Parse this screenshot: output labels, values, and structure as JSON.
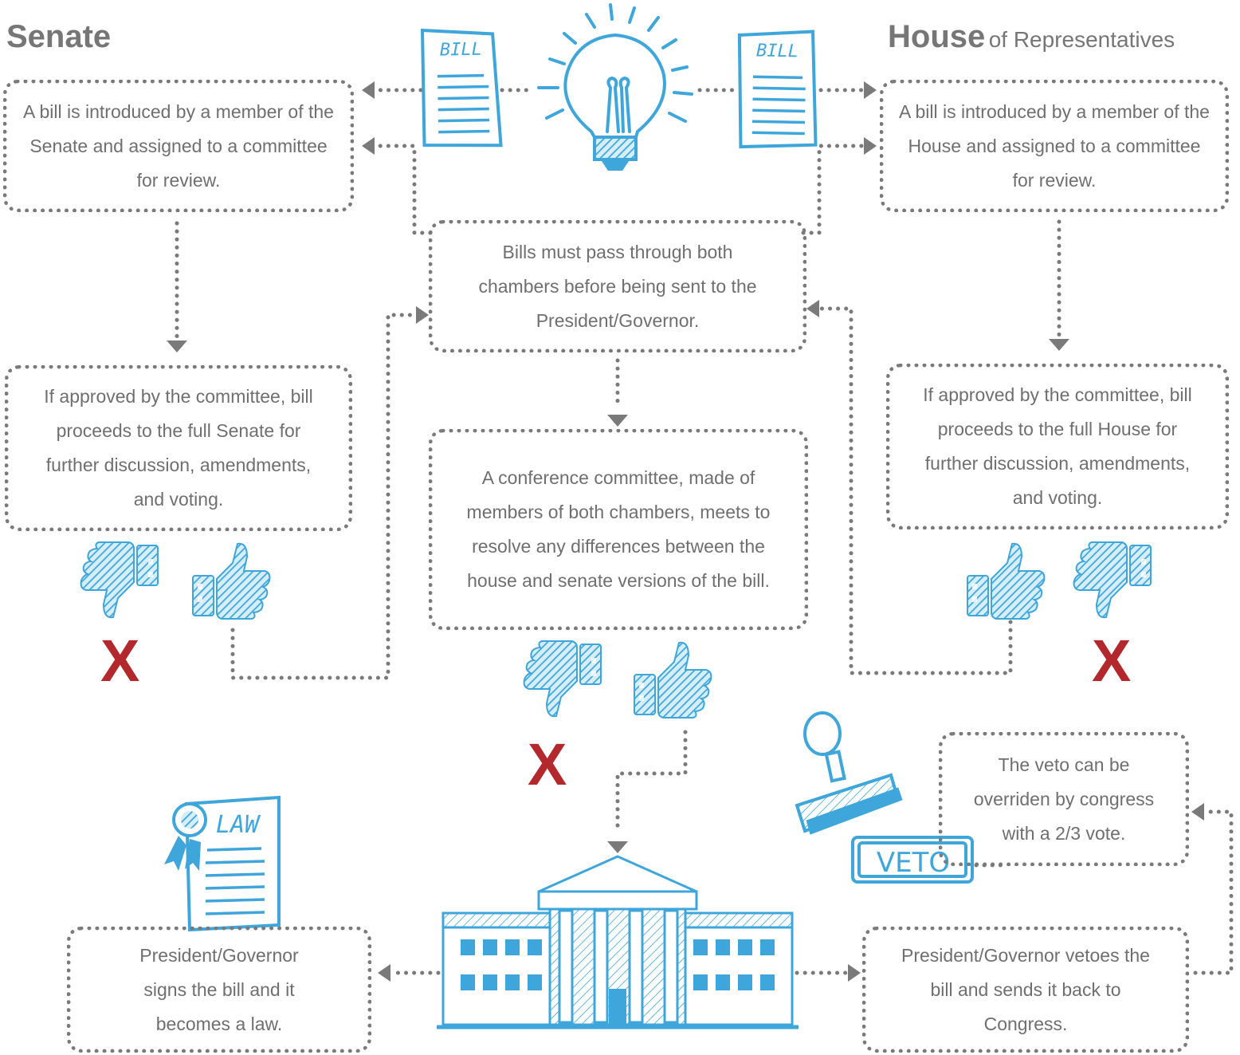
{
  "headings": {
    "senate": "Senate",
    "house_bold": "House",
    "house_rest": "of Representatives"
  },
  "icons": {
    "bill_label": "BILL",
    "law_label": "LAW",
    "veto_label": "VETO"
  },
  "boxes": {
    "senate_intro": "A bill is introduced by a member of the Senate and assigned to a committee for review.",
    "house_intro": "A bill is introduced by a member of the House and assigned to a committee for review.",
    "both_chambers": "Bills must pass through both chambers before being sent to the President/Governor.",
    "senate_approved": "If approved by the committee, bill proceeds to the full Senate for further discussion, amendments, and voting.",
    "house_approved": "If approved by the committee, bill proceeds to the full House for further discussion, amendments, and voting.",
    "conference": "A conference committee, made of members of both chambers, meets to resolve any differences between the house and senate versions of the bill.",
    "override": "The veto can be overriden by congress with a 2/3 vote.",
    "signs": "President/Governor signs the bill and it becomes a law.",
    "vetoes": "President/Governor vetoes the bill and sends it back to Congress."
  },
  "rejections": {
    "senate": "X",
    "conference": "X",
    "house": "X"
  },
  "colors": {
    "icon_blue": "#3ea6db",
    "connector_gray": "#7a7a7a",
    "text_gray": "#6f6f6f",
    "reject_red": "#b3282c"
  }
}
